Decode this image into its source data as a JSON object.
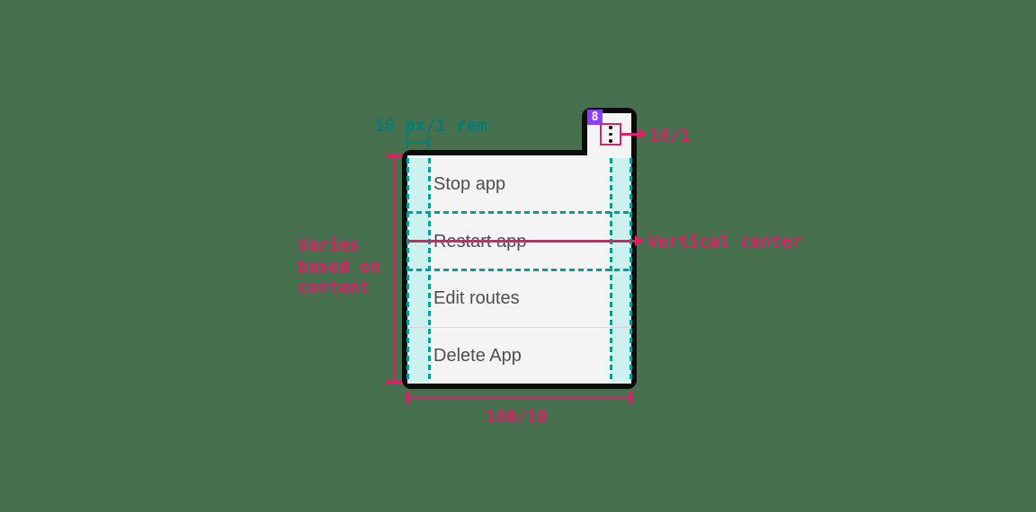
{
  "colors": {
    "background": "#47714e",
    "black": "#0b0b0b",
    "menu_bg": "#f4f4f4",
    "menu_text": "#4f4f4f",
    "divider": "#d8d8d8",
    "pink": "#da2268",
    "teal": "#007d79",
    "teal_bracket": "#00817c",
    "dash_teal": "#009e9a",
    "spacing_highlight": "#cdf1ef",
    "badge_purple": "#8a3ffc"
  },
  "menu": {
    "badge": "8",
    "overflow_icon": "overflow-menu-vertical-icon",
    "items": [
      "Stop app",
      "Restart app",
      "Edit routes",
      "Delete App"
    ]
  },
  "annotations": {
    "padding_label": "16 px/1 rem",
    "button_size_label": "16/1",
    "vertical_center_label": "Vertical center",
    "height_label": "Varies based on content",
    "width_label": "160/10"
  }
}
